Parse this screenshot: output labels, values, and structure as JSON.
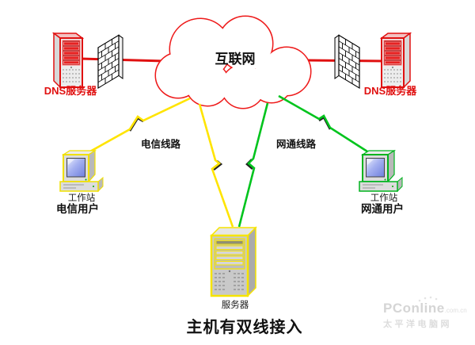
{
  "colors": {
    "red_link": "#e01010",
    "cloud_stroke": "#ee1a1a",
    "yellow_line": "#ffe400",
    "green_line": "#00c41d",
    "dns_label": "#e01010",
    "workstation_left_accent": "#f0e000",
    "workstation_right_accent": "#00b41e",
    "server_accent": "#f6e400"
  },
  "cloud": {
    "label": "互联网"
  },
  "dns_left": {
    "label": "DNS服务器"
  },
  "dns_right": {
    "label": "DNS服务器"
  },
  "lines": {
    "telecom": {
      "label": "电信线路"
    },
    "netcom": {
      "label": "网通线路"
    }
  },
  "workstation_left": {
    "device_label": "工作站",
    "user_label": "电信用户"
  },
  "workstation_right": {
    "device_label": "工作站",
    "user_label": "网通用户"
  },
  "server": {
    "label": "服务器"
  },
  "title": {
    "text": "主机有双线接入"
  },
  "watermark": {
    "brand": "PConline",
    "suffix": ".com.cn",
    "site": "太平洋电脑网"
  }
}
